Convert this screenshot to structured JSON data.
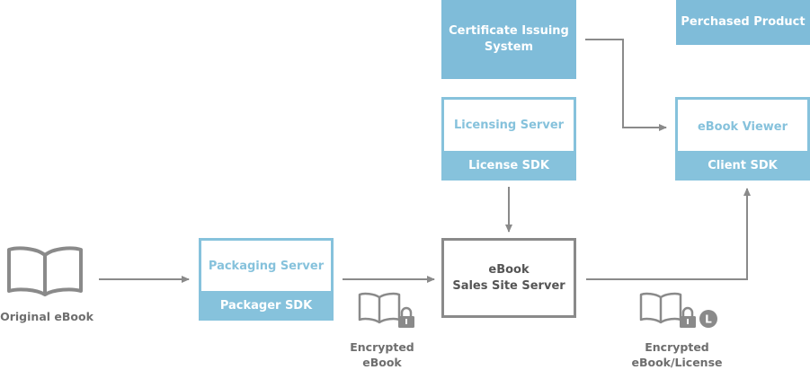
{
  "nodes": {
    "certificate_issuing": "Certificate Issuing\nSystem",
    "purchased_product": "Perchased Product",
    "licensing_server": "Licensing Server",
    "license_sdk": "License SDK",
    "ebook_viewer": "eBook Viewer",
    "client_sdk": "Client SDK",
    "packaging_server": "Packaging Server",
    "packager_sdk": "Packager SDK",
    "sales_site_server": "eBook\nSales Site Server"
  },
  "captions": {
    "original_ebook": "Original eBook",
    "encrypted_ebook": "Encrypted\neBook",
    "encrypted_ebook_license": "Encrypted\neBook/License",
    "license_badge": "L"
  },
  "colors": {
    "accent": "#7fbcd9",
    "line": "#8a8a8a",
    "text": "#6e6e6e"
  },
  "icons": {
    "original": "open-book-icon",
    "encrypted": "locked-book-icon",
    "licensed": "locked-book-license-icon"
  }
}
